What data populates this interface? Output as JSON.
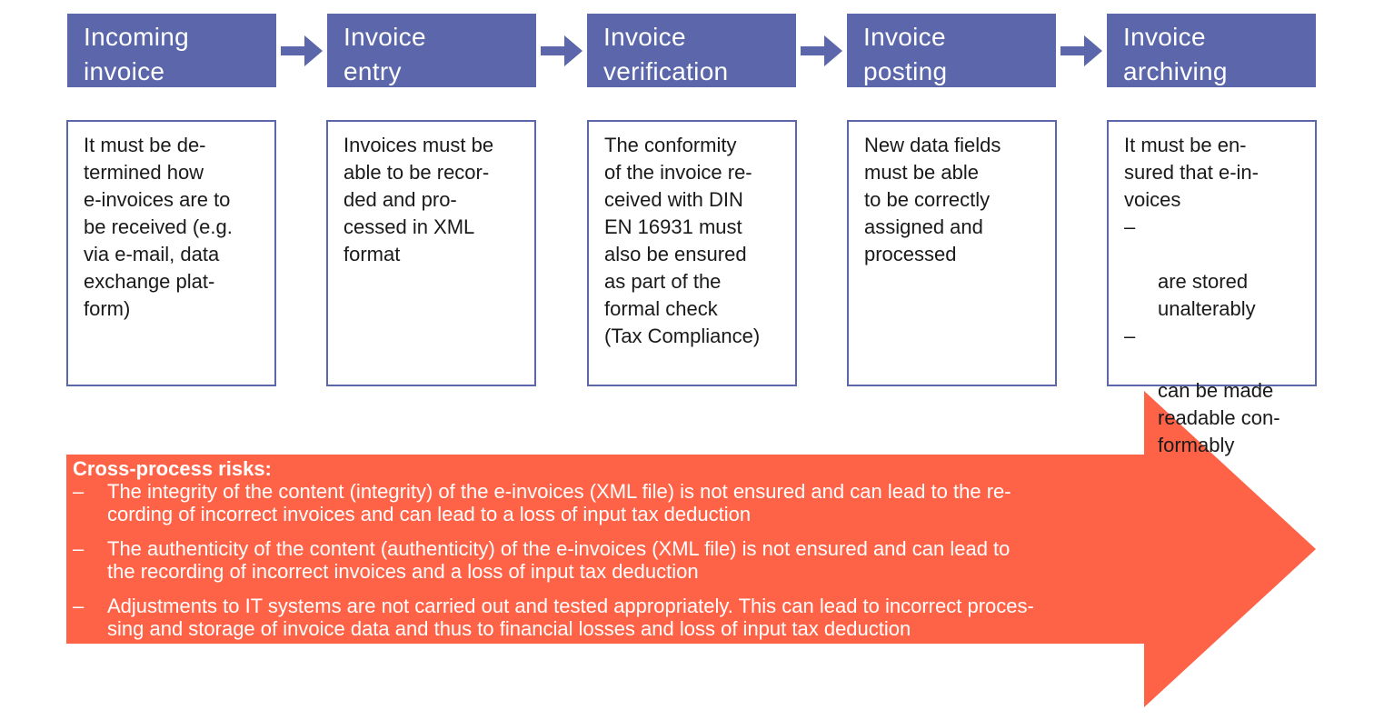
{
  "colors": {
    "stage_fill": "#5b67aa",
    "box_border": "#5b67aa",
    "risk_arrow_fill": "#ff6347",
    "text": "#1a1a1a",
    "risk_text": "#ffffff"
  },
  "stages": [
    {
      "title": "Incoming\ninvoice",
      "description": "It must be de-\ntermined how\ne-invoices are to\nbe received (e.g.\nvia e-mail, data\nexchange plat-\nform)"
    },
    {
      "title": "Invoice\nentry",
      "description": "Invoices must be\nable to be recor-\nded and pro-\ncessed in XML\nformat"
    },
    {
      "title": "Invoice\nverification",
      "description": "The conformity\nof the invoice re-\nceived with DIN\nEN 16931 must\nalso be ensured\nas part of the\nformal check\n(Tax Compliance)"
    },
    {
      "title": "Invoice\nposting",
      "description": "New data fields\nmust be able\nto be correctly\nassigned and\nprocessed"
    },
    {
      "title": "Invoice\narchiving",
      "description": "It must be en-\nsured that e-in-\nvoices",
      "bullets": [
        "are stored\nunalterably",
        "can be made\nreadable con-\nformably"
      ]
    }
  ],
  "bullet_dash": "–",
  "risks": {
    "title": "Cross-process risks:",
    "items": [
      "The integrity of the content (integrity) of the e-invoices (XML file) is not ensured and can lead to the re-\ncording of incorrect invoices and can lead to a loss of input tax deduction",
      "The authenticity of the content (authenticity) of the e-invoices (XML file) is not ensured and can lead to\nthe recording of incorrect invoices and a loss of input tax deduction",
      "Adjustments to IT systems are not carried out and tested appropriately. This can lead to incorrect proces-\nsing and storage of invoice data and thus to financial losses and loss of input tax deduction"
    ]
  }
}
